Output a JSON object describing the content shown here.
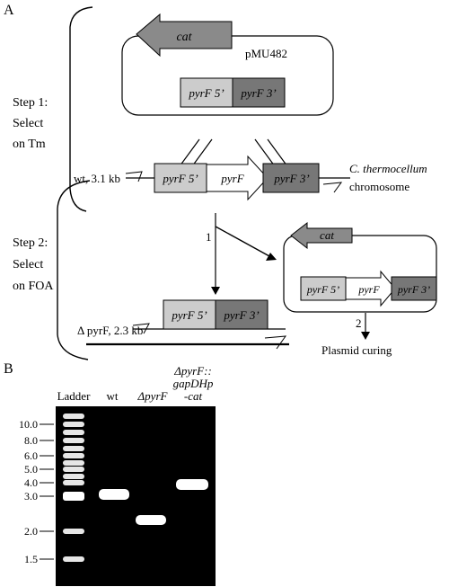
{
  "panel_a": {
    "label": "A",
    "step1": {
      "line1": "Step 1:",
      "line2": "Select",
      "line3": "on Tm"
    },
    "step2": {
      "line1": "Step 2:",
      "line2": "Select",
      "line3": "on FOA"
    },
    "plasmid": {
      "name": "pMU482",
      "cat": "cat",
      "pyrF5": "pyrF 5’",
      "pyrF3": "pyrF 3’"
    },
    "wt": {
      "label": "wt, 3.1 kb",
      "pyrF5": "pyrF 5’",
      "pyrF": "pyrF",
      "pyrF3": "pyrF 3’"
    },
    "chromosome": {
      "line1": "C.  thermocellum",
      "line2": "chromosome"
    },
    "excised": {
      "cat": "cat",
      "pyrF5": "pyrF 5’",
      "pyrF": "pyrF",
      "pyrF3": "pyrF 3’"
    },
    "step_numbers": {
      "one": "1",
      "two": "2"
    },
    "delta": {
      "label": "Δ pyrF, 2.3 kb",
      "pyrF5": "pyrF 5’",
      "pyrF3": "pyrF 3’"
    },
    "curing": "Plasmid curing"
  },
  "panel_b": {
    "label": "B",
    "lanes": {
      "ladder": "Ladder",
      "wt": "wt",
      "delta": "ΔpyrF",
      "l4_line1": "ΔpyrF::",
      "l4_line2": "gapDHp",
      "l4_line3": "-cat"
    },
    "ladder_sizes": [
      "10.0",
      "8.0",
      "6.0",
      "5.0",
      "4.0",
      "3.0",
      "2.0",
      "1.5"
    ]
  },
  "colors": {
    "light_gray": "#cccccc",
    "dark_gray": "#777777",
    "cat_gray": "#8a8a8a",
    "gel": "#000000",
    "band": "#ffffff"
  }
}
